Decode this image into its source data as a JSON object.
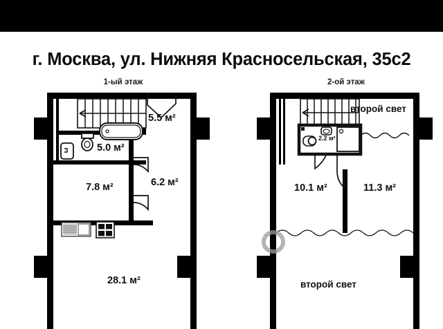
{
  "document": {
    "type": "floor-plan",
    "title": "г. Москва, ул. Нижняя Красносельская, 35с2",
    "background_color": "#ffffff",
    "border_color": "#000000",
    "ink_color": "#101010"
  },
  "floors": [
    {
      "id": "floor-1",
      "label": "1-ый этаж",
      "rooms": [
        {
          "name": "hall-stair-area",
          "area_label": "5.5 м²"
        },
        {
          "name": "bathroom",
          "area_label": "5.0 м²"
        },
        {
          "name": "room-left",
          "area_label": "7.8 м²"
        },
        {
          "name": "corridor",
          "area_label": "6.2 м²"
        },
        {
          "name": "living-kitchen",
          "area_label": "28.1 м²"
        }
      ],
      "fixtures": [
        "staircase",
        "bathtub",
        "toilet",
        "washbasin",
        "kitchen-sink",
        "stove"
      ]
    },
    {
      "id": "floor-2",
      "label": "2-ой этаж",
      "rooms": [
        {
          "name": "bathroom-2",
          "area_label": "2.2 м²"
        },
        {
          "name": "room-left-2",
          "area_label": "10.1 м²"
        },
        {
          "name": "room-right-2",
          "area_label": "11.3 м²"
        }
      ],
      "annotations": [
        {
          "name": "double-height-top",
          "text": "второй свет"
        },
        {
          "name": "double-height-bottom",
          "text": "второй свет"
        }
      ],
      "fixtures": [
        "staircase",
        "toilet",
        "washbasin",
        "shower-cabin"
      ]
    }
  ],
  "watermark": {
    "name": "watermark-ring",
    "color": "#9b9b9b"
  }
}
